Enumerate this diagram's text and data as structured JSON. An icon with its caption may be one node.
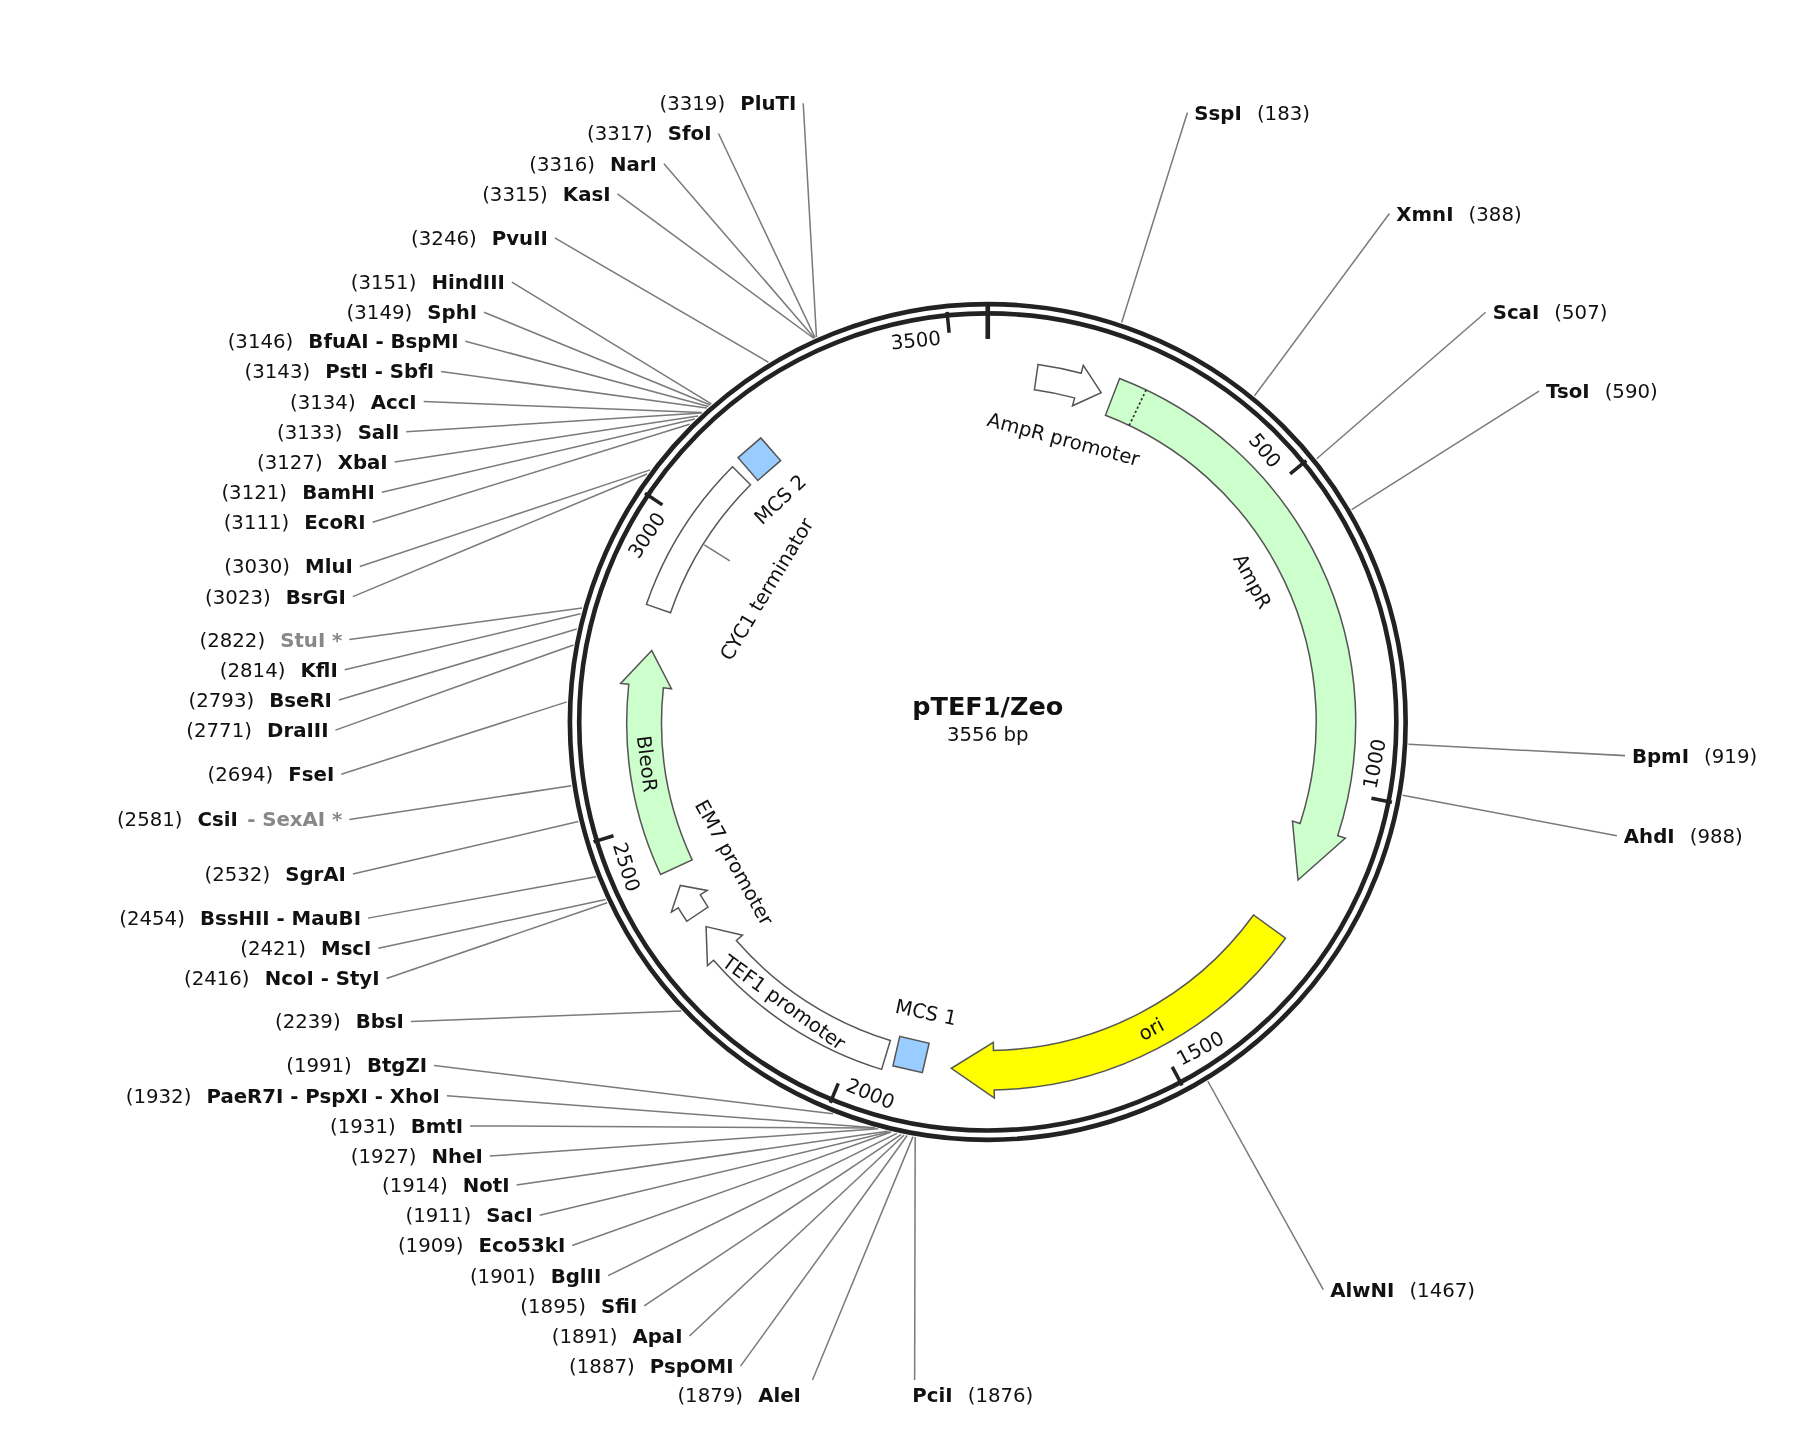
{
  "diagram": {
    "nodes": [
      {
        "text": [
          "pTEF1/Zeo",
          "3556 bp"
        ]
      },
      {
        "text": [
          "AmpR promoter"
        ],
        "in": 0
      },
      {
        "text": [
          "AmpR"
        ],
        "in": 0
      },
      {
        "text": [
          "ori"
        ],
        "in": 0
      },
      {
        "text": [
          "MCS 1"
        ],
        "in": 0
      },
      {
        "text": [
          "TEF1 promoter"
        ],
        "in": 0
      },
      {
        "text": [
          "EM7 promoter"
        ],
        "in": 0
      },
      {
        "text": [
          "BleoR"
        ],
        "in": 0
      },
      {
        "text": [
          "CYC1 terminator"
        ],
        "in": 0
      },
      {
        "text": [
          "MCS 2"
        ],
        "in": 0
      },
      {
        "text": [
          "(3319)",
          "PluTI"
        ]
      },
      {
        "text": [
          "(3317)",
          "SfoI"
        ]
      },
      {
        "text": [
          "(3316)",
          "NarI"
        ]
      },
      {
        "text": [
          "(3315)",
          "KasI"
        ]
      },
      {
        "text": [
          "(3246)",
          "PvuII"
        ]
      },
      {
        "text": [
          "(3151)",
          "HindIII"
        ]
      },
      {
        "text": [
          "(3149)",
          "SphI"
        ]
      },
      {
        "text": [
          "(3146)",
          "BfuAI - BspMI"
        ]
      },
      {
        "text": [
          "(3143)",
          "PstI - SbfI"
        ]
      },
      {
        "text": [
          "(3134)",
          "AccI"
        ]
      },
      {
        "text": [
          "(3133)",
          "SalI"
        ]
      },
      {
        "text": [
          "(3127)",
          "XbaI"
        ]
      },
      {
        "text": [
          "(3121)",
          "BamHI"
        ]
      },
      {
        "text": [
          "(3111)",
          "EcoRI"
        ]
      },
      {
        "text": [
          "(3030)",
          "MluI"
        ]
      },
      {
        "text": [
          "(3023)",
          "BsrGI"
        ]
      },
      {
        "text": [
          "(2822)",
          "StuI *"
        ]
      },
      {
        "text": [
          "(2814)",
          "KflI"
        ]
      },
      {
        "text": [
          "(2793)",
          "BseRI"
        ]
      },
      {
        "text": [
          "(2771)",
          "DraIII"
        ]
      },
      {
        "text": [
          "(2694)",
          "FseI"
        ]
      },
      {
        "text": [
          "(2581)",
          "CsiI",
          "- SexAI *"
        ]
      },
      {
        "text": [
          "(2532)",
          "SgrAI"
        ]
      },
      {
        "text": [
          "(2454)",
          "BssHII - MauBI"
        ]
      },
      {
        "text": [
          "(2421)",
          "MscI"
        ]
      },
      {
        "text": [
          "(2416)",
          "NcoI - StyI"
        ]
      },
      {
        "text": [
          "(2239)",
          "BbsI"
        ]
      },
      {
        "text": [
          "(1991)",
          "BtgZI"
        ]
      },
      {
        "text": [
          "(1932)",
          "PaeR7I - PspXI - XhoI"
        ]
      },
      {
        "text": [
          "(1931)",
          "BmtI"
        ]
      },
      {
        "text": [
          "(1927)",
          "NheI"
        ]
      },
      {
        "text": [
          "(1914)",
          "NotI"
        ]
      },
      {
        "text": [
          "(1911)",
          "SacI"
        ]
      },
      {
        "text": [
          "(1909)",
          "Eco53kI"
        ]
      },
      {
        "text": [
          "(1901)",
          "BglII"
        ]
      },
      {
        "text": [
          "(1895)",
          "SfiI"
        ]
      },
      {
        "text": [
          "(1891)",
          "ApaI"
        ]
      },
      {
        "text": [
          "(1887)",
          "PspOMI"
        ]
      },
      {
        "text": [
          "(1879)",
          "AleI"
        ]
      },
      {
        "text": [
          "PciI",
          "(1876)"
        ]
      },
      {
        "text": [
          "SspI",
          "(183)"
        ]
      },
      {
        "text": [
          "XmnI",
          "(388)"
        ]
      },
      {
        "text": [
          "ScaI",
          "(507)"
        ]
      },
      {
        "text": [
          "TsoI",
          "(590)"
        ]
      },
      {
        "text": [
          "BpmI",
          "(919)"
        ]
      },
      {
        "text": [
          "AhdI",
          "(988)"
        ]
      },
      {
        "text": [
          "AlwNI",
          "(1467)"
        ]
      }
    ],
    "edges": [
      {
        "from": 10,
        "to": 0,
        "arrow": "none"
      },
      {
        "from": 11,
        "to": 0,
        "arrow": "none"
      },
      {
        "from": 12,
        "to": 0,
        "arrow": "none"
      },
      {
        "from": 13,
        "to": 0,
        "arrow": "none"
      },
      {
        "from": 14,
        "to": 0,
        "arrow": "none"
      },
      {
        "from": 15,
        "to": 0,
        "arrow": "none"
      },
      {
        "from": 16,
        "to": 0,
        "arrow": "none"
      },
      {
        "from": 17,
        "to": 0,
        "arrow": "none"
      },
      {
        "from": 18,
        "to": 0,
        "arrow": "none"
      },
      {
        "from": 19,
        "to": 0,
        "arrow": "none"
      },
      {
        "from": 20,
        "to": 0,
        "arrow": "none"
      },
      {
        "from": 21,
        "to": 0,
        "arrow": "none"
      },
      {
        "from": 22,
        "to": 0,
        "arrow": "none"
      },
      {
        "from": 23,
        "to": 0,
        "arrow": "none"
      },
      {
        "from": 24,
        "to": 0,
        "arrow": "none"
      },
      {
        "from": 25,
        "to": 0,
        "arrow": "none"
      },
      {
        "from": 26,
        "to": 0,
        "arrow": "none"
      },
      {
        "from": 27,
        "to": 0,
        "arrow": "none"
      },
      {
        "from": 28,
        "to": 0,
        "arrow": "none"
      },
      {
        "from": 29,
        "to": 0,
        "arrow": "none"
      },
      {
        "from": 30,
        "to": 0,
        "arrow": "none"
      },
      {
        "from": 31,
        "to": 0,
        "arrow": "none"
      },
      {
        "from": 32,
        "to": 0,
        "arrow": "none"
      },
      {
        "from": 33,
        "to": 0,
        "arrow": "none"
      },
      {
        "from": 34,
        "to": 0,
        "arrow": "none"
      },
      {
        "from": 35,
        "to": 0,
        "arrow": "none"
      },
      {
        "from": 36,
        "to": 0,
        "arrow": "none"
      },
      {
        "from": 37,
        "to": 0,
        "arrow": "none"
      },
      {
        "from": 38,
        "to": 0,
        "arrow": "none"
      },
      {
        "from": 39,
        "to": 0,
        "arrow": "none"
      },
      {
        "from": 40,
        "to": 0,
        "arrow": "none"
      },
      {
        "from": 41,
        "to": 0,
        "arrow": "none"
      },
      {
        "from": 42,
        "to": 0,
        "arrow": "none"
      },
      {
        "from": 43,
        "to": 0,
        "arrow": "none"
      },
      {
        "from": 44,
        "to": 0,
        "arrow": "none"
      },
      {
        "from": 45,
        "to": 0,
        "arrow": "none"
      },
      {
        "from": 46,
        "to": 0,
        "arrow": "none"
      },
      {
        "from": 47,
        "to": 0,
        "arrow": "none"
      },
      {
        "from": 48,
        "to": 0,
        "arrow": "none"
      },
      {
        "from": 49,
        "to": 0,
        "arrow": "none"
      },
      {
        "from": 50,
        "to": 0,
        "arrow": "none"
      },
      {
        "from": 51,
        "to": 0,
        "arrow": "none"
      },
      {
        "from": 52,
        "to": 0,
        "arrow": "none"
      },
      {
        "from": 53,
        "to": 0,
        "arrow": "none"
      },
      {
        "from": 54,
        "to": 0,
        "arrow": "none"
      },
      {
        "from": 55,
        "to": 0,
        "arrow": "none"
      },
      {
        "from": 56,
        "to": 0,
        "arrow": "none"
      }
    ],
    "labels": [
      "3500",
      "500",
      "1000",
      "1500",
      "2000",
      "2500",
      "3000"
    ]
  }
}
